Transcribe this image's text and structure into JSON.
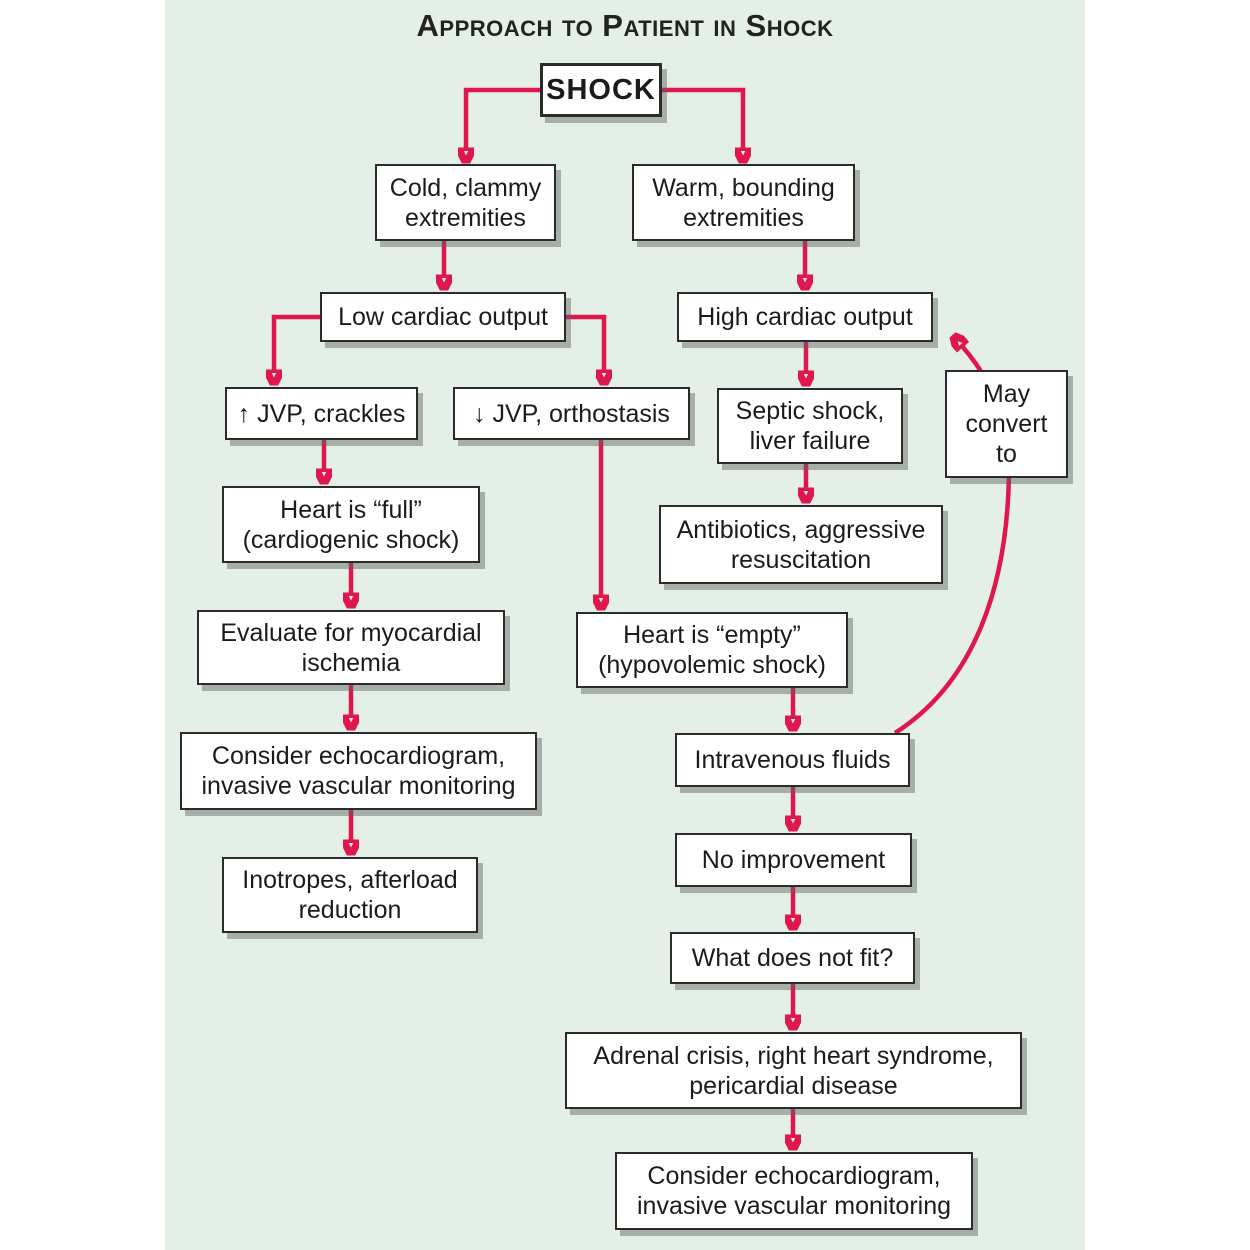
{
  "title": "Approach to Patient in Shock",
  "colors": {
    "page_background": "#ffffff",
    "panel_background": "#e3efe7",
    "arrow": "#e0164e",
    "box_background": "#ffffff",
    "box_border": "#2b2b2b",
    "text": "#1b1b1b",
    "box_shadow": "#9aa39c"
  },
  "nodes": {
    "shock": "SHOCK",
    "cold": "Cold, clammy\nextremities",
    "warm": "Warm, bounding\nextremities",
    "low_co": "Low cardiac output",
    "high_co": "High cardiac output",
    "jvp_up": "↑ JVP, crackles",
    "jvp_down": "↓ JVP, orthostasis",
    "septic": "Septic shock,\nliver failure",
    "may_convert": "May\nconvert\nto",
    "heart_full": "Heart is “full”\n(cardiogenic shock)",
    "antibiotics": "Antibiotics, aggressive\nresuscitation",
    "evaluate": "Evaluate for myocardial\nischemia",
    "heart_empty": "Heart is “empty”\n(hypovolemic shock)",
    "consider_left": "Consider echocardiogram,\ninvasive vascular monitoring",
    "iv_fluids": "Intravenous fluids",
    "inotropes": "Inotropes, afterload\nreduction",
    "no_improvement": "No improvement",
    "what_fit": "What does not fit?",
    "adrenal": "Adrenal crisis, right heart syndrome,\npericardial disease",
    "consider_right": "Consider echocardiogram,\ninvasive vascular monitoring"
  },
  "edges": [
    {
      "from": "shock",
      "to": "cold"
    },
    {
      "from": "shock",
      "to": "warm"
    },
    {
      "from": "cold",
      "to": "low_co"
    },
    {
      "from": "warm",
      "to": "high_co"
    },
    {
      "from": "low_co",
      "to": "jvp_up"
    },
    {
      "from": "low_co",
      "to": "jvp_down"
    },
    {
      "from": "jvp_up",
      "to": "heart_full"
    },
    {
      "from": "heart_full",
      "to": "evaluate"
    },
    {
      "from": "evaluate",
      "to": "consider_left"
    },
    {
      "from": "consider_left",
      "to": "inotropes"
    },
    {
      "from": "high_co",
      "to": "septic"
    },
    {
      "from": "septic",
      "to": "antibiotics"
    },
    {
      "from": "jvp_down",
      "to": "heart_empty"
    },
    {
      "from": "heart_empty",
      "to": "iv_fluids"
    },
    {
      "from": "iv_fluids",
      "to": "no_improvement"
    },
    {
      "from": "no_improvement",
      "to": "what_fit"
    },
    {
      "from": "what_fit",
      "to": "adrenal"
    },
    {
      "from": "adrenal",
      "to": "consider_right"
    },
    {
      "from": "iv_fluids",
      "to": "high_co",
      "label_node": "may_convert"
    }
  ]
}
